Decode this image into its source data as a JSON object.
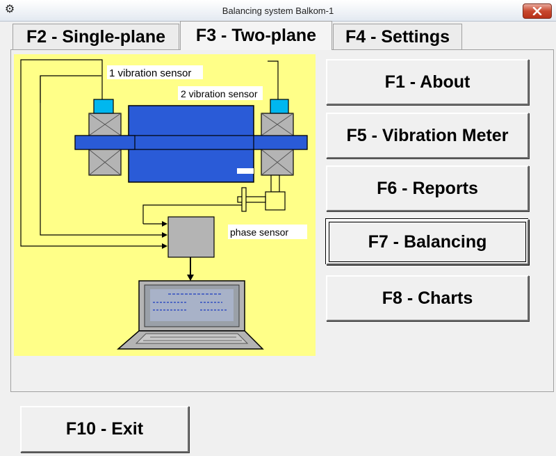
{
  "window": {
    "title": "Balancing system Balkom-1",
    "icon": "gear-icon",
    "close_icon": "close-icon"
  },
  "tabs": [
    {
      "label": "F2 - Single-plane",
      "active": false
    },
    {
      "label": "F3 - Two-plane",
      "active": true
    },
    {
      "label": "F4 - Settings",
      "active": false
    }
  ],
  "diagram": {
    "sensor1_label": "1 vibration sensor",
    "sensor2_label": "2 vibration sensor",
    "phase_label": "phase sensor",
    "colors": {
      "background": "#ffff88",
      "rotor": "#2a5bd7",
      "sensor": "#00b7ef",
      "unit": "#b4b4b4"
    }
  },
  "buttons": {
    "about": "F1 - About",
    "vibration_meter": "F5 - Vibration Meter",
    "reports": "F6 - Reports",
    "balancing": "F7 - Balancing",
    "charts": "F8 - Charts",
    "exit": "F10 - Exit"
  }
}
